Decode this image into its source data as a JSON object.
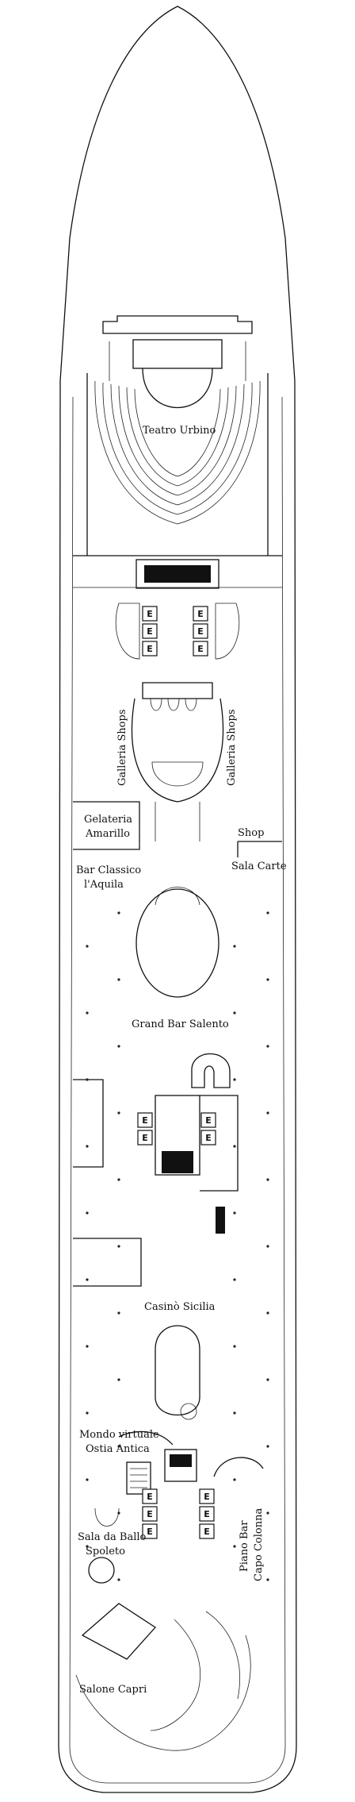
{
  "labels": {
    "teatro": "Teatro Urbino",
    "galleria_left": "Galleria Shops",
    "galleria_right": "Galleria Shops",
    "gelateria_1": "Gelateria",
    "gelateria_2": "Amarillo",
    "shop": "Shop",
    "sala_carte": "Sala Carte",
    "bar_classico_1": "Bar Classico",
    "bar_classico_2": "l'Aquila",
    "grand_bar": "Grand Bar Salento",
    "casino": "Casinò Sicilia",
    "mondo_1": "Mondo virtuale",
    "mondo_2": "Ostia Antica",
    "sala_ballo_1": "Sala da Ballo",
    "sala_ballo_2": "Spoleto",
    "piano_1": "Piano Bar",
    "piano_2": "Capo Colonna",
    "salone": "Salone Capri",
    "elevator": "E"
  }
}
